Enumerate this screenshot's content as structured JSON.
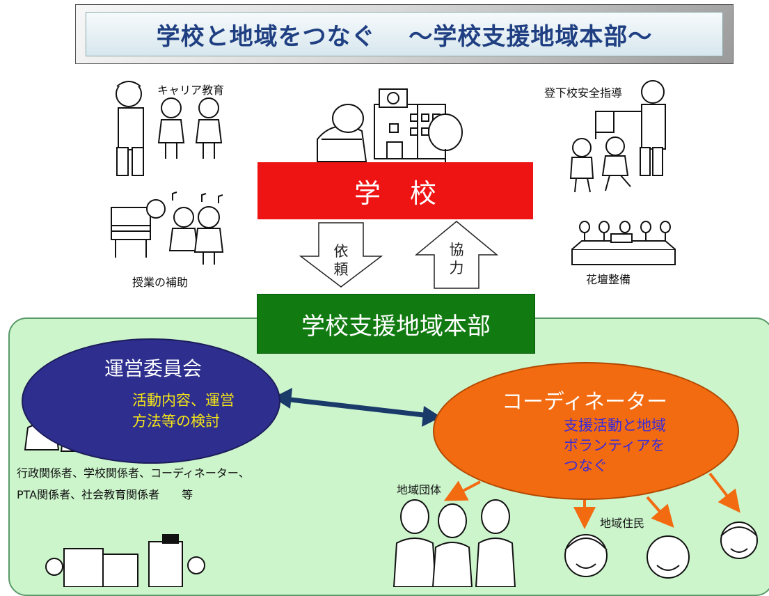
{
  "title": "学校と地域をつなぐ　 ～学校支援地域本部～",
  "school": {
    "label": "学校"
  },
  "hq": {
    "label": "学校支援地域本部"
  },
  "arrows": {
    "request": "依頼",
    "cooperation": "協力"
  },
  "activities": {
    "career": "キャリア教育",
    "class_help": "授業の補助",
    "safety": "登下校安全指導",
    "flowerbed": "花壇整備"
  },
  "committee": {
    "title": "運営委員会",
    "desc_line1": "活動内容、運営",
    "desc_line2": "方法等の検討",
    "members_line1": "行政関係者、学校関係者、コーディネーター、",
    "members_line2": "PTA関係者、社会教育関係者　　等"
  },
  "coordinator": {
    "title": "コーディネーター",
    "desc_line1": "支援活動と地域",
    "desc_line2": "ボランティアを",
    "desc_line3": "つなぐ"
  },
  "groups": {
    "community_groups": "地域団体",
    "residents": "地域住民"
  },
  "colors": {
    "school_red": "#ee1414",
    "hq_green": "#117a11",
    "committee_navy": "#2d2e8e",
    "coordinator_orange": "#f26b10",
    "area_green": "#ccf5cc",
    "title_blue": "#1f3f82"
  }
}
